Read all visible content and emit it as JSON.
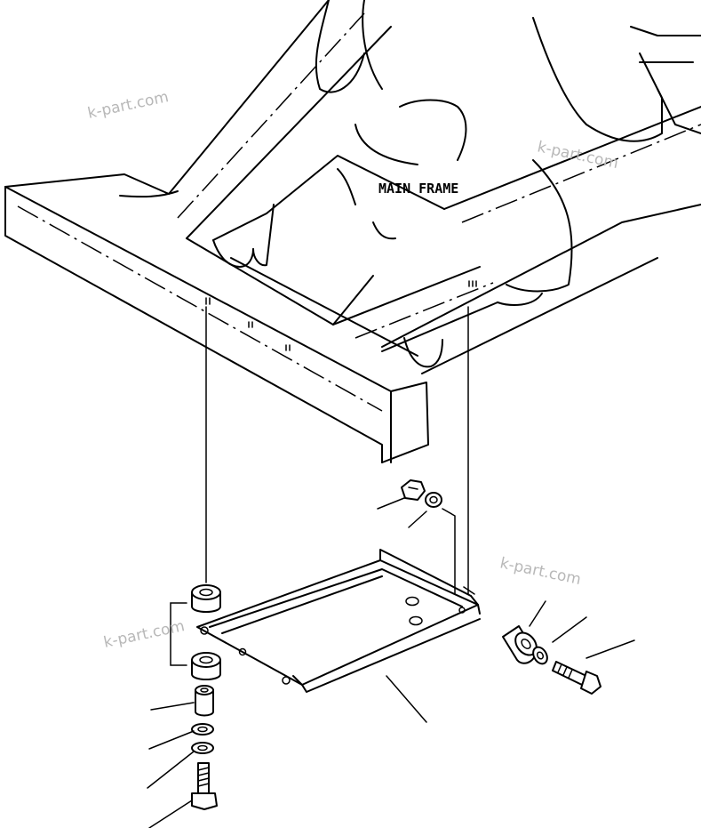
{
  "labels": {
    "main_frame": "MAIN FRAME"
  },
  "watermarks": [
    "k-part.com",
    "k-part.com",
    "k-part.com",
    "k-part.com"
  ],
  "colors": {
    "line": "#000000",
    "watermark": "#b8b8b8",
    "background": "#ffffff"
  }
}
